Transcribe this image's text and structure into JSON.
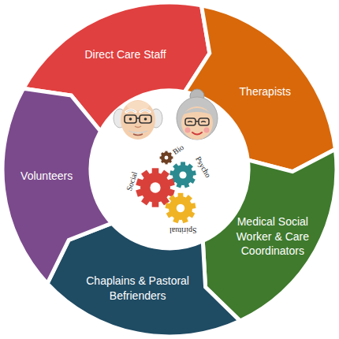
{
  "diagram": {
    "nodes": [
      {
        "text": [
          "Direct Care Staff"
        ]
      },
      {
        "text": [
          "Therapists"
        ]
      },
      {
        "text": [
          "Medical Social Worker & Care Coordinators"
        ]
      },
      {
        "text": [
          "Chaplains & Pastoral Befrienders"
        ]
      },
      {
        "text": [
          "Volunteers"
        ]
      }
    ],
    "labels": [
      "Bio",
      "Psycho",
      "Social",
      "Spiritual"
    ]
  }
}
